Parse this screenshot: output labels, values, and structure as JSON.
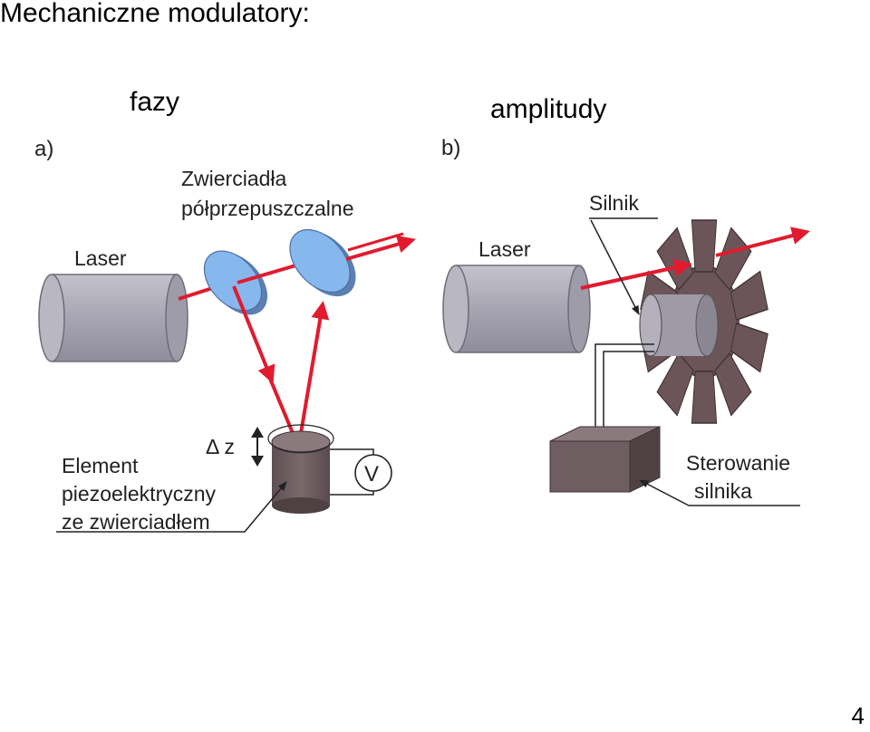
{
  "slide": {
    "title": "Mechaniczne modulatory:",
    "page_number": "4"
  },
  "panels": {
    "phase": {
      "heading": "fazy",
      "tag": "a)",
      "laser_label": "Laser",
      "mirrors_label_line1": "Zwierciadła",
      "mirrors_label_line2": "półprzepuszczalne",
      "dz_label": "Δ z",
      "voltmeter_label": "V",
      "piezo_label_line1": "Element",
      "piezo_label_line2": "piezoelektryczny",
      "piezo_label_line3": "ze zwierciadłem"
    },
    "amplitude": {
      "heading": "amplitudy",
      "tag": "b)",
      "laser_label": "Laser",
      "motor_label": "Silnik",
      "control_label_line1": "Sterowanie",
      "control_label_line2": "silnika"
    }
  },
  "colors": {
    "beam": "#e21a2e",
    "laser_body": "#a9a8b4",
    "mirror": "#7fb3ec",
    "chopper": "#6b5558",
    "piezo": "#6e5e62"
  }
}
